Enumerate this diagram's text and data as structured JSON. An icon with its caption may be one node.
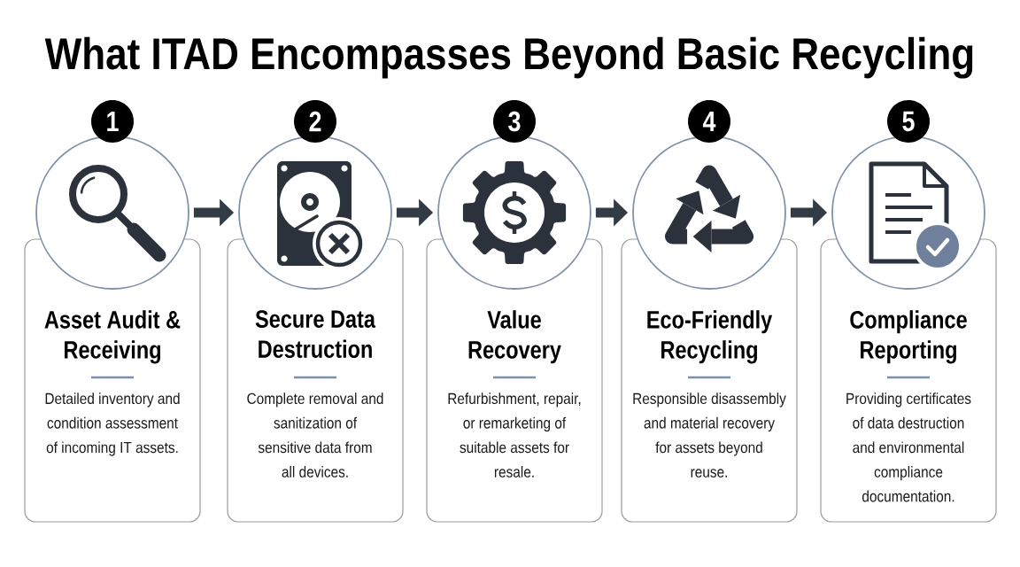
{
  "diagram": {
    "title": "What ITAD Encompasses Beyond Basic Recycling",
    "nodes": [
      {
        "text": [
          "1"
        ]
      },
      {
        "text": [],
        "shape": "circle"
      },
      {
        "text": [
          "Asset Audit & Receiving",
          "Detailed inventory and condition assessment of incoming IT assets."
        ]
      },
      {
        "text": [
          "2"
        ]
      },
      {
        "text": [],
        "shape": "circle"
      },
      {
        "text": [
          "Secure Data Destruction",
          "Complete removal and sanitization of sensitive data from all devices."
        ]
      },
      {
        "text": [
          "3"
        ]
      },
      {
        "text": [],
        "shape": "circle"
      },
      {
        "text": [
          "Value Recovery",
          "Refurbishment, repair, or remarketing of suitable assets for resale."
        ]
      },
      {
        "text": [
          "4"
        ]
      },
      {
        "text": [],
        "shape": "circle"
      },
      {
        "text": [
          "Eco-Friendly Recycling",
          "Responsible disassembly and material recovery for assets beyond reuse."
        ]
      },
      {
        "text": [
          "5"
        ]
      },
      {
        "text": [],
        "shape": "circle"
      },
      {
        "text": [
          "Compliance Reporting",
          "Providing certificates of data destruction and environmental compliance documentation."
        ]
      }
    ],
    "edges": [
      {
        "from": 1,
        "to": 4,
        "arrow": "to"
      },
      {
        "from": 4,
        "to": 7,
        "arrow": "to"
      },
      {
        "from": 7,
        "to": 10,
        "arrow": "to"
      },
      {
        "from": 10,
        "to": 13,
        "arrow": "to"
      }
    ]
  }
}
